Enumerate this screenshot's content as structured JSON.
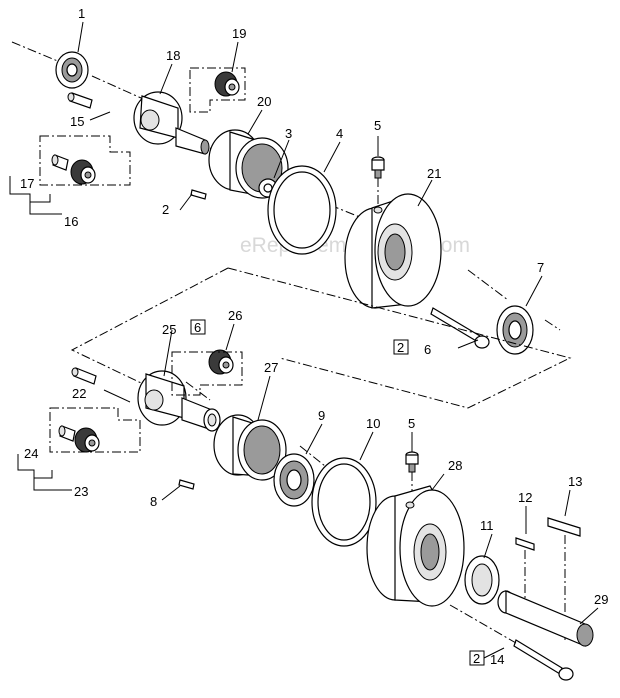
{
  "watermark": "eReplacementParts.com",
  "callouts": {
    "c1": "1",
    "c2": "2",
    "c3": "3",
    "c4": "4",
    "c5a": "5",
    "c5b": "5",
    "c6a": "6",
    "c6b": "6",
    "c7": "7",
    "c8": "8",
    "c9": "9",
    "c10": "10",
    "c11": "11",
    "c12": "12",
    "c13": "13",
    "c14": "14",
    "c15": "15",
    "c16": "16",
    "c17": "17",
    "c18": "18",
    "c19": "19",
    "c20": "20",
    "c21": "21",
    "c22": "22",
    "c23": "23",
    "c24": "24",
    "c25": "25",
    "c26": "26",
    "c27": "27",
    "c28": "28",
    "c29": "29"
  },
  "boxed_refs": {
    "b2a": "2",
    "b6": "6",
    "b2b": "2"
  }
}
